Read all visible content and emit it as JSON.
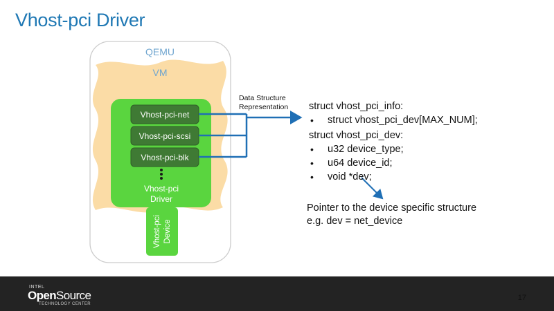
{
  "title": "Vhost-pci Driver",
  "diagram": {
    "qemu_label": "QEMU",
    "vm_label": "VM",
    "devices": [
      "Vhost-pci-net",
      "Vhost-pci-scsi",
      "Vhost-pci-blk"
    ],
    "driver_label_line1": "Vhost-pci",
    "driver_label_line2": "Driver",
    "device_label_line1": "Vhost-pci",
    "device_label_line2": "Device",
    "data_structure_label_line1": "Data Structure",
    "data_structure_label_line2": "Representation",
    "colors": {
      "outer_border": "#cccccc",
      "vm_fill": "#fbdca6",
      "driver_fill": "#5ad53f",
      "device_fill": "#3f7a34",
      "arrow": "#1f6fb5",
      "qemu_text": "#6fa5cf"
    }
  },
  "info_struct": {
    "header": "struct vhost_pci_info:",
    "items": [
      "struct vhost_pci_dev[MAX_NUM];"
    ]
  },
  "dev_struct": {
    "header": "struct vhost_pci_dev:",
    "items": [
      "u32 device_type;",
      "u64 device_id;",
      "void *dev;"
    ]
  },
  "pointer_note": {
    "line1": "Pointer to the device specific structure",
    "line2": "e.g. dev = net_device"
  },
  "footer": {
    "logo_intel": "INTEL",
    "logo_open": "Open",
    "logo_source": "Source",
    "logo_sub": "TECHNOLOGY CENTER",
    "page_number": "17"
  }
}
